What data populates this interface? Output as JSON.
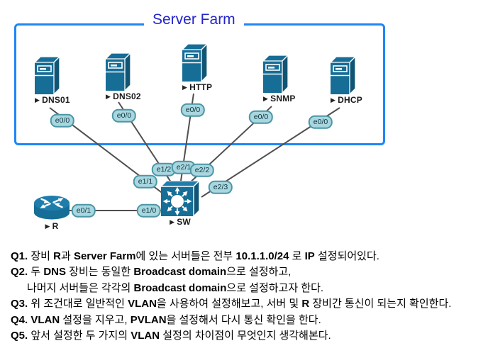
{
  "colors": {
    "border_blue": "#1e86f7",
    "title_blue": "#2424cc",
    "teal": "#166d96",
    "port_fill": "#a9d7e0",
    "port_border": "#4b96a6",
    "line_gray": "#4f4f4f"
  },
  "diagram": {
    "title": "Server Farm",
    "label_marker": "▶",
    "nodes": [
      {
        "id": "dns01",
        "type": "server",
        "label": "DNS01",
        "icon": "server-tower-icon"
      },
      {
        "id": "dns02",
        "type": "server",
        "label": "DNS02",
        "icon": "server-tower-icon"
      },
      {
        "id": "http",
        "type": "server",
        "label": "HTTP",
        "icon": "server-tower-icon"
      },
      {
        "id": "snmp",
        "type": "server",
        "label": "SNMP",
        "icon": "server-tower-icon"
      },
      {
        "id": "dhcp",
        "type": "server",
        "label": "DHCP",
        "icon": "server-tower-icon"
      },
      {
        "id": "sw",
        "type": "switch",
        "label": "SW",
        "icon": "switch-icon"
      },
      {
        "id": "r",
        "type": "router",
        "label": "R",
        "icon": "router-icon"
      }
    ],
    "interface_labels": [
      {
        "id": "dns01-e00",
        "label": "e0/0"
      },
      {
        "id": "dns02-e00",
        "label": "e0/0"
      },
      {
        "id": "http-e00",
        "label": "e0/0"
      },
      {
        "id": "snmp-e00",
        "label": "e0/0"
      },
      {
        "id": "dhcp-e00",
        "label": "e0/0"
      },
      {
        "id": "sw-e11",
        "label": "e1/1"
      },
      {
        "id": "sw-e12",
        "label": "e1/2"
      },
      {
        "id": "sw-e21",
        "label": "e2/1"
      },
      {
        "id": "sw-e22",
        "label": "e2/2"
      },
      {
        "id": "sw-e23",
        "label": "e2/3"
      },
      {
        "id": "sw-e10",
        "label": "e1/0"
      },
      {
        "id": "r-e01",
        "label": "e0/1"
      }
    ],
    "links": [
      {
        "id": "dns01-sw",
        "from": "DNS01",
        "to": "SW"
      },
      {
        "id": "dns02-sw",
        "from": "DNS02",
        "to": "SW"
      },
      {
        "id": "http-sw",
        "from": "HTTP",
        "to": "SW"
      },
      {
        "id": "snmp-sw",
        "from": "SNMP",
        "to": "SW"
      },
      {
        "id": "dhcp-sw",
        "from": "DHCP",
        "to": "SW"
      },
      {
        "id": "r-sw",
        "from": "R",
        "to": "SW"
      }
    ]
  },
  "questions": [
    {
      "runs": [
        {
          "t": "Q1. ",
          "b": true
        },
        {
          "t": "장비 ",
          "b": false
        },
        {
          "t": "R",
          "b": true
        },
        {
          "t": "과 ",
          "b": false
        },
        {
          "t": "Server Farm",
          "b": true
        },
        {
          "t": "에 있는 서버들은 전부 ",
          "b": false
        },
        {
          "t": "10.1.1.0/24",
          "b": true
        },
        {
          "t": " 로 ",
          "b": false
        },
        {
          "t": "IP",
          "b": true
        },
        {
          "t": " 설정되어있다.",
          "b": false
        }
      ]
    },
    {
      "runs": [
        {
          "t": "Q2. ",
          "b": true
        },
        {
          "t": "두 ",
          "b": false
        },
        {
          "t": "DNS",
          "b": true
        },
        {
          "t": " 장비는 동일한 ",
          "b": false
        },
        {
          "t": "Broadcast domain",
          "b": true
        },
        {
          "t": "으로 설정하고,",
          "b": false
        }
      ]
    },
    {
      "indent": true,
      "runs": [
        {
          "t": "나머지 서버들은 각각의 ",
          "b": false
        },
        {
          "t": "Broadcast domain",
          "b": true
        },
        {
          "t": "으로 설정하고자 한다.",
          "b": false
        }
      ]
    },
    {
      "runs": [
        {
          "t": "Q3. ",
          "b": true
        },
        {
          "t": "위 조건대로 일반적인 ",
          "b": false
        },
        {
          "t": "VLAN",
          "b": true
        },
        {
          "t": "을 사용하여 설정해보고, 서버 및 ",
          "b": false
        },
        {
          "t": "R",
          "b": true
        },
        {
          "t": " 장비간 통신이 되는지 확인한다.",
          "b": false
        }
      ]
    },
    {
      "runs": [
        {
          "t": "Q4. ",
          "b": true
        },
        {
          "t": "VLAN",
          "b": true
        },
        {
          "t": " 설정을 지우고, ",
          "b": false
        },
        {
          "t": "PVLAN",
          "b": true
        },
        {
          "t": "을 설정해서 다시 통신 확인을 한다.",
          "b": false
        }
      ]
    },
    {
      "runs": [
        {
          "t": "Q5. ",
          "b": true
        },
        {
          "t": "앞서 설정한 두 가지의 ",
          "b": false
        },
        {
          "t": "VLAN",
          "b": true
        },
        {
          "t": " 설정의 차이점이 무엇인지 생각해본다.",
          "b": false
        }
      ]
    }
  ]
}
